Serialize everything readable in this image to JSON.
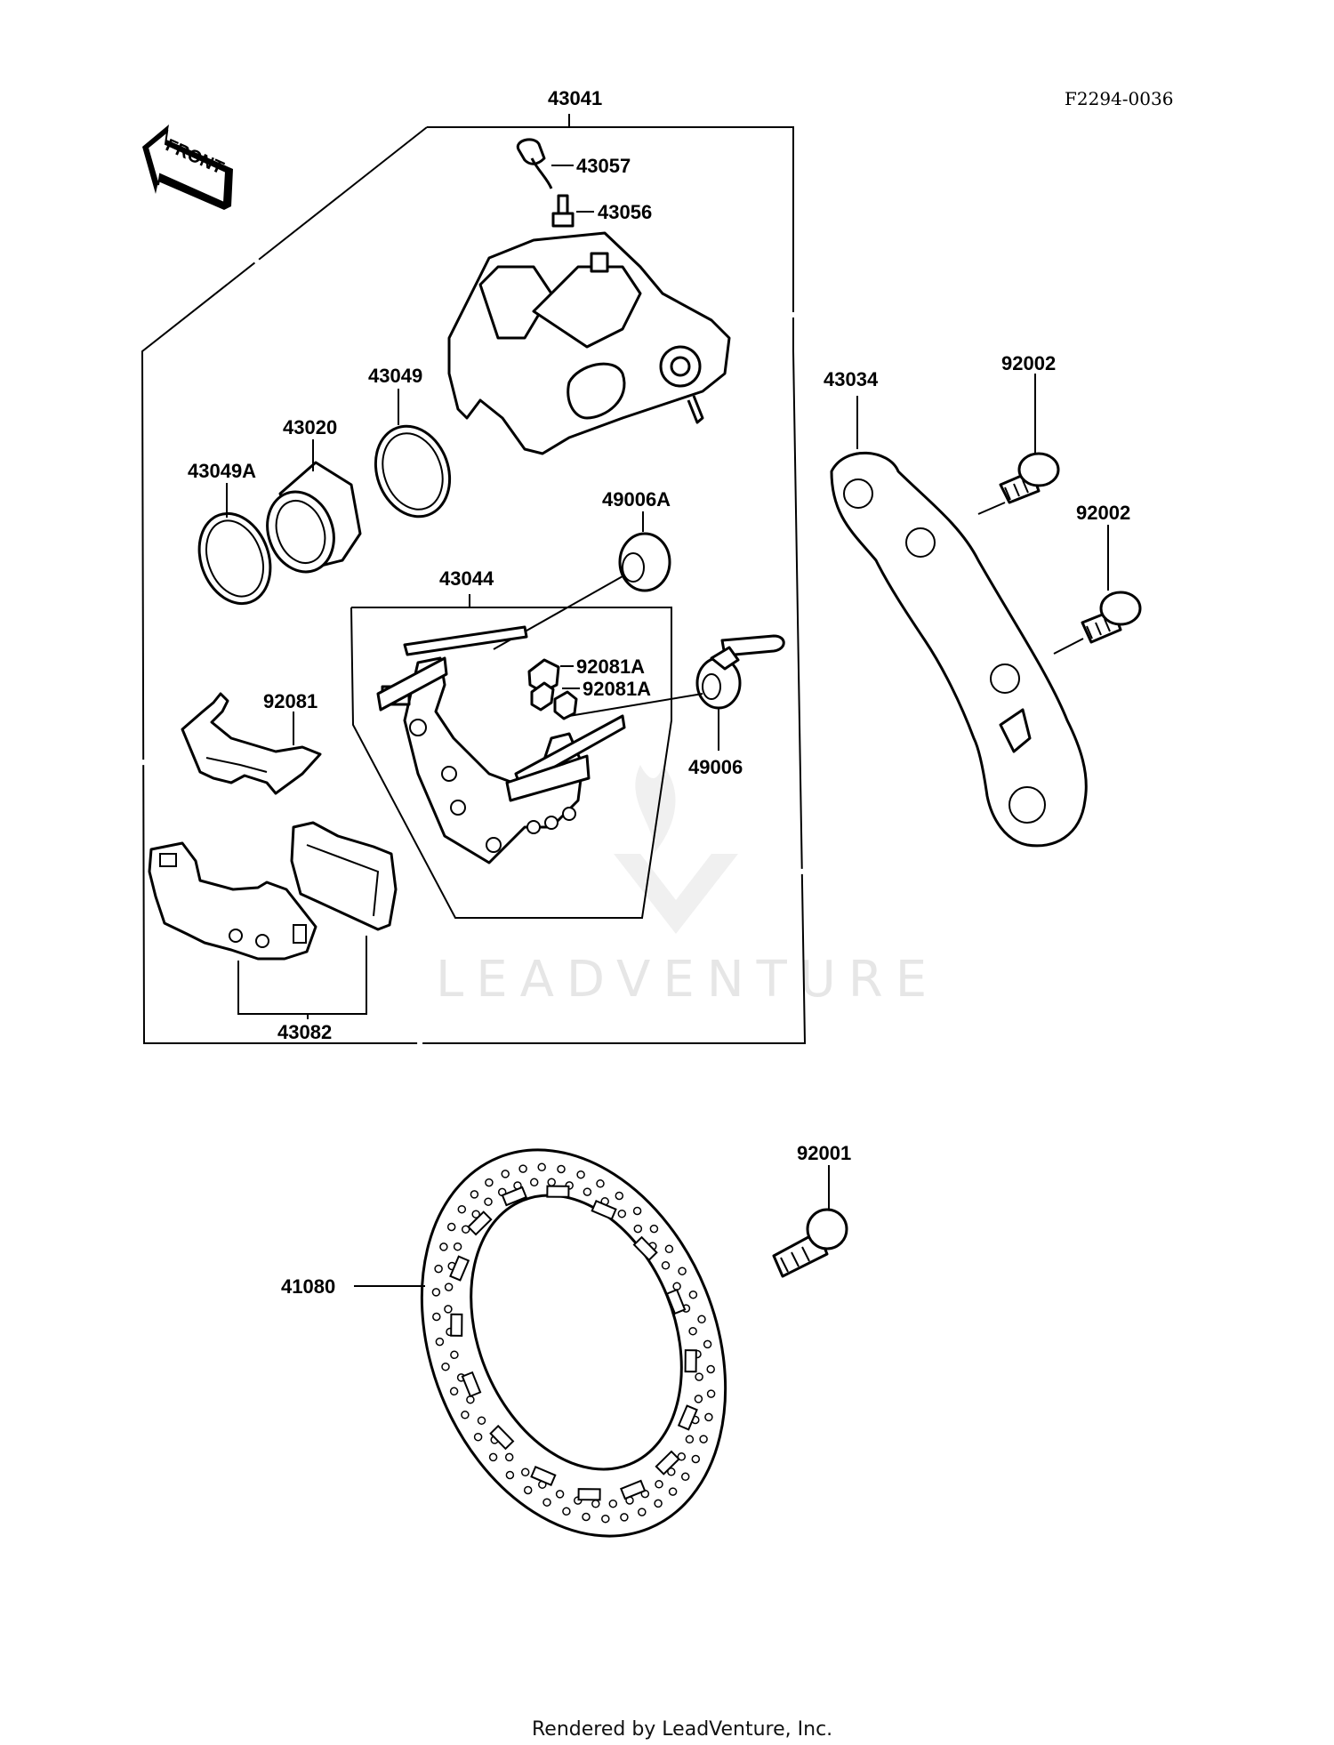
{
  "diagram_code": "F2294-0036",
  "front_label": "FRONT",
  "watermark": "LEADVENTURE",
  "footer": "Rendered by LeadVenture, Inc.",
  "parts": {
    "p43041": "43041",
    "p43057": "43057",
    "p43056": "43056",
    "p43049": "43049",
    "p43020": "43020",
    "p43049A": "43049A",
    "p49006A": "49006A",
    "p43044": "43044",
    "p92081A_1": "92081A",
    "p92081A_2": "92081A",
    "p92081": "92081",
    "p49006": "49006",
    "p43082": "43082",
    "p43034": "43034",
    "p92002_1": "92002",
    "p92002_2": "92002",
    "p92001": "92001",
    "p41080": "41080"
  }
}
